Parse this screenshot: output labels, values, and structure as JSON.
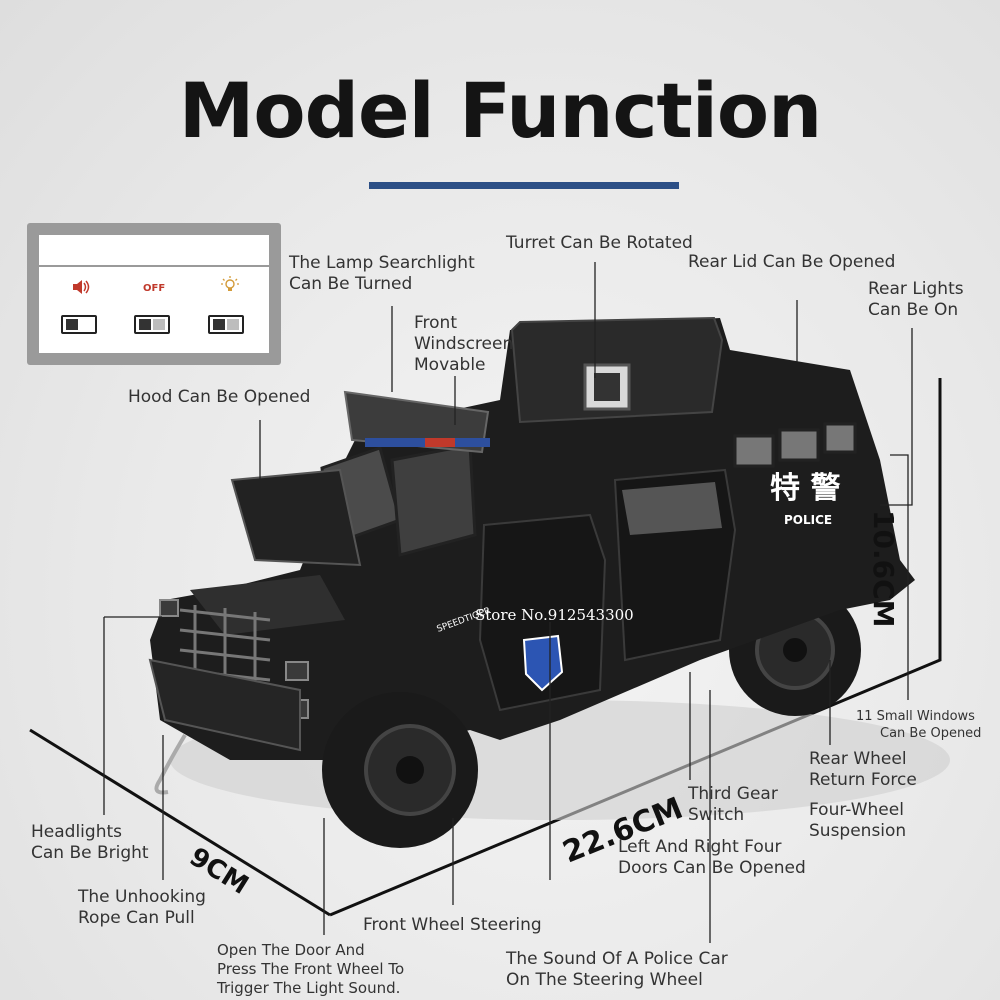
{
  "title": "Model Function",
  "panel": {
    "off_label": "OFF"
  },
  "watermark": "Store No.912543300",
  "vehicle_text": {
    "side": "特  警",
    "police": "POLICE",
    "hood": "SPEEDTIGER"
  },
  "dimensions": {
    "height": "10.6CM",
    "length": "22.6CM",
    "width": "9CM"
  },
  "labels": {
    "lamp": [
      "The Lamp Searchlight",
      "Can Be Turned"
    ],
    "turret": "Turret Can Be Rotated",
    "rear_lid": "Rear Lid Can Be Opened",
    "rear_lights": [
      "Rear Lights",
      "Can Be On"
    ],
    "windscreen": [
      "Front",
      "Windscreen",
      "Movable"
    ],
    "hood": "Hood Can Be Opened",
    "small_windows": [
      "11 Small Windows",
      "Can Be Opened"
    ],
    "rear_wheel": [
      "Rear Wheel",
      "Return Force"
    ],
    "suspension": [
      "Four-Wheel",
      "Suspension"
    ],
    "gear": [
      "Third Gear",
      "Switch"
    ],
    "doors": [
      "Left And Right Four",
      "Doors Can Be Opened"
    ],
    "headlights": [
      "Headlights",
      "Can Be Bright"
    ],
    "rope": [
      "The Unhooking",
      "Rope Can Pull"
    ],
    "front_steering": "Front Wheel Steering",
    "door_trigger": [
      "Open The Door And",
      "Press The Front Wheel To",
      "Trigger The Light Sound."
    ],
    "police_sound": [
      "The Sound Of A Police Car",
      "On The Steering Wheel"
    ]
  },
  "colors": {
    "accent_bar": "#2c4f86",
    "vehicle": "#1b1b1b"
  }
}
